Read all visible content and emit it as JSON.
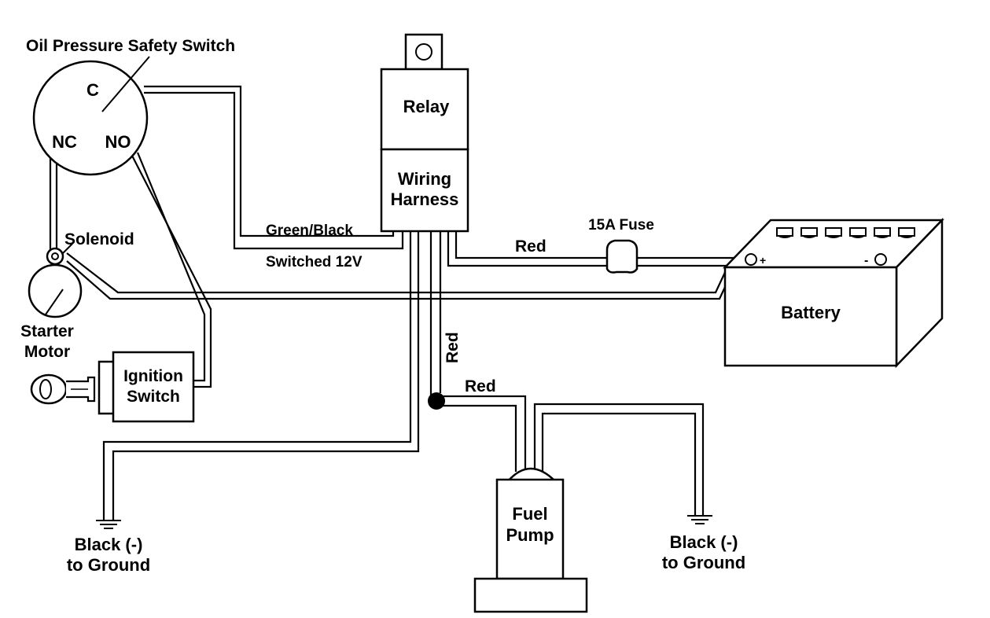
{
  "labels": {
    "oil_switch_title": "Oil Pressure Safety Switch",
    "terminal_c": "C",
    "terminal_nc": "NC",
    "terminal_no": "NO",
    "solenoid": "Solenoid",
    "starter_line1": "Starter",
    "starter_line2": "Motor",
    "ignition_line1": "Ignition",
    "ignition_line2": "Switch",
    "relay": "Relay",
    "harness_line1": "Wiring",
    "harness_line2": "Harness",
    "green_black": "Green/Black",
    "switched_12v": "Switched 12V",
    "red_top": "Red",
    "red_vertical": "Red",
    "red_pump": "Red",
    "fuse": "15A Fuse",
    "battery": "Battery",
    "battery_plus": "+",
    "battery_minus": "-",
    "ground_left_line1": "Black (-)",
    "ground_left_line2": "to Ground",
    "fuel_line1": "Fuel",
    "fuel_line2": "Pump",
    "ground_right_line1": "Black (-)",
    "ground_right_line2": "to Ground"
  }
}
